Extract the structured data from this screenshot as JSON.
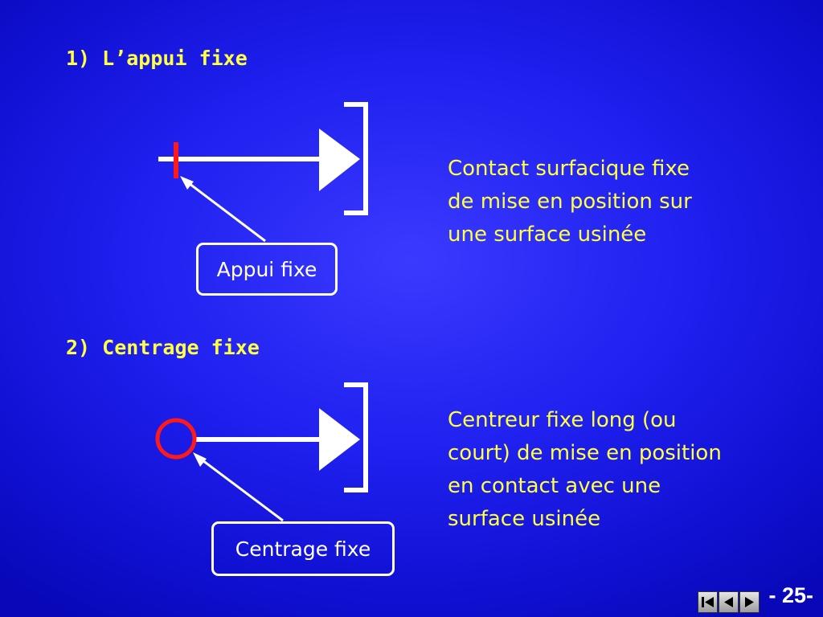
{
  "section1": {
    "heading": "1) L’appui fixe",
    "label": "Appui fixe",
    "description": [
      "Contact surfacique fixe",
      "de mise en position sur",
      "une surface usinée"
    ]
  },
  "section2": {
    "heading": "2) Centrage fixe",
    "label": "Centrage fixe",
    "description": [
      "Centreur fixe long (ou",
      "court) de mise en position",
      "en contact avec une",
      "surface usinée"
    ]
  },
  "page_number": "- 25-",
  "nav": [
    "nav-first-icon",
    "nav-back-icon",
    "nav-forward-icon"
  ],
  "colors": {
    "background": "#2020f0",
    "text_yellow": "#ffff44",
    "symbol_red": "#ff1a1a",
    "line_white": "#ffffff"
  }
}
